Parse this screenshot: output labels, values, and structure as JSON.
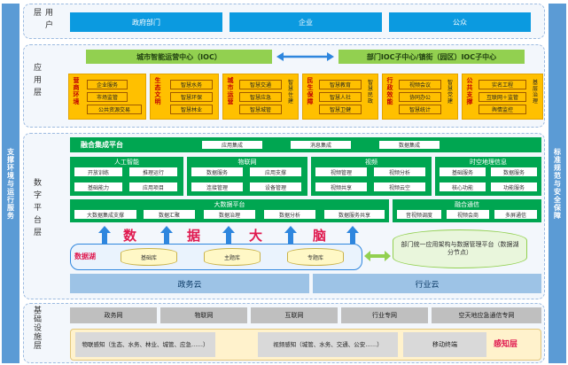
{
  "sidebars": {
    "left": "支撑环境与运行服务",
    "right": "标准规范与安全保障"
  },
  "user_layer": {
    "label": "用户层",
    "items": [
      "政府部门",
      "企业",
      "公众"
    ]
  },
  "app_layer": {
    "label": "应用层",
    "ioc": "城市智能运营中心（IOC）",
    "sub_ioc": "部门IOC子中心/镇街（园区）IOC子中心",
    "groups": [
      {
        "title": "营商环境",
        "cells": [
          "企业服务",
          "市场监管",
          "公共资源交易"
        ]
      },
      {
        "title": "生态文明",
        "cells": [
          "智慧水务",
          "智慧环保",
          "智慧林业"
        ]
      },
      {
        "title": "城市运营",
        "cells": [
          "智慧交通",
          "智慧应急",
          "智慧城管"
        ],
        "vertical": [
          "智慧住建"
        ]
      },
      {
        "title": "民生保障",
        "cells": [
          "智慧教育",
          "智慧人社",
          "智慧卫健"
        ],
        "vertical": [
          "智慧民政"
        ]
      },
      {
        "title": "行政效能",
        "cells": [
          "视频会议",
          "协同办公",
          "智慧统计"
        ],
        "vertical": [
          "智慧党建"
        ]
      },
      {
        "title": "公共支撑",
        "cells": [
          "实名工程",
          "互联网＋监管",
          "舆情监控"
        ],
        "vertical": [
          "基层治理"
        ]
      }
    ]
  },
  "data_layer": {
    "label": "数字平台层",
    "fusion": {
      "title": "融合集成平台",
      "items": [
        "应用集成",
        "消息集成",
        "数据集成"
      ]
    },
    "ai": {
      "title": "人工智能",
      "cells": [
        "开放训练",
        "推理运行",
        "基础能力",
        "应用项目"
      ]
    },
    "iot": {
      "title": "物联网",
      "cells": [
        "数据服务",
        "应用支撑",
        "连接管理",
        "设备管理"
      ]
    },
    "video": {
      "title": "视频",
      "cells": [
        "视频管理",
        "视频分析",
        "视频共享",
        "视频云空"
      ]
    },
    "spatial": {
      "title": "时空地理信息",
      "cells": [
        "基础服务",
        "数据服务",
        "核心功能",
        "功能服务"
      ]
    },
    "bigdata": {
      "title": "大数据平台",
      "cells": [
        "大数据集成支撑",
        "数据汇聚",
        "数据治理",
        "数据分析",
        "数据服务共享"
      ]
    },
    "converged": {
      "title": "融合通信",
      "cells": [
        "音视频调度",
        "视频会商",
        "多屏通信"
      ]
    },
    "brain_chars": [
      "数",
      "据",
      "大",
      "脑"
    ],
    "lake": {
      "label": "数据湖",
      "cylinders": [
        "基础库",
        "主题库",
        "专题库"
      ]
    },
    "dept_platform": "部门统一应用架构与数据管理平台（数据湖分节点）",
    "clouds": [
      "政务云",
      "行业云"
    ]
  },
  "infra_layer": {
    "label": "基础设施层",
    "networks": [
      "政务网",
      "物联网",
      "互联网",
      "行业专网",
      "空天地应急通信专网"
    ],
    "sensing": [
      "物联感知（生态、水务、林业、城管、应急……）",
      "视频感知（城管、水务、交通、公安……）",
      "移动终端"
    ],
    "sensing_label": "感知层"
  },
  "colors": {
    "blue": "#0b9ae0",
    "light_green": "#92d050",
    "orange": "#ffc000",
    "green": "#00a651",
    "sidebar": "#5b9bd5",
    "red": "#e0194f"
  }
}
